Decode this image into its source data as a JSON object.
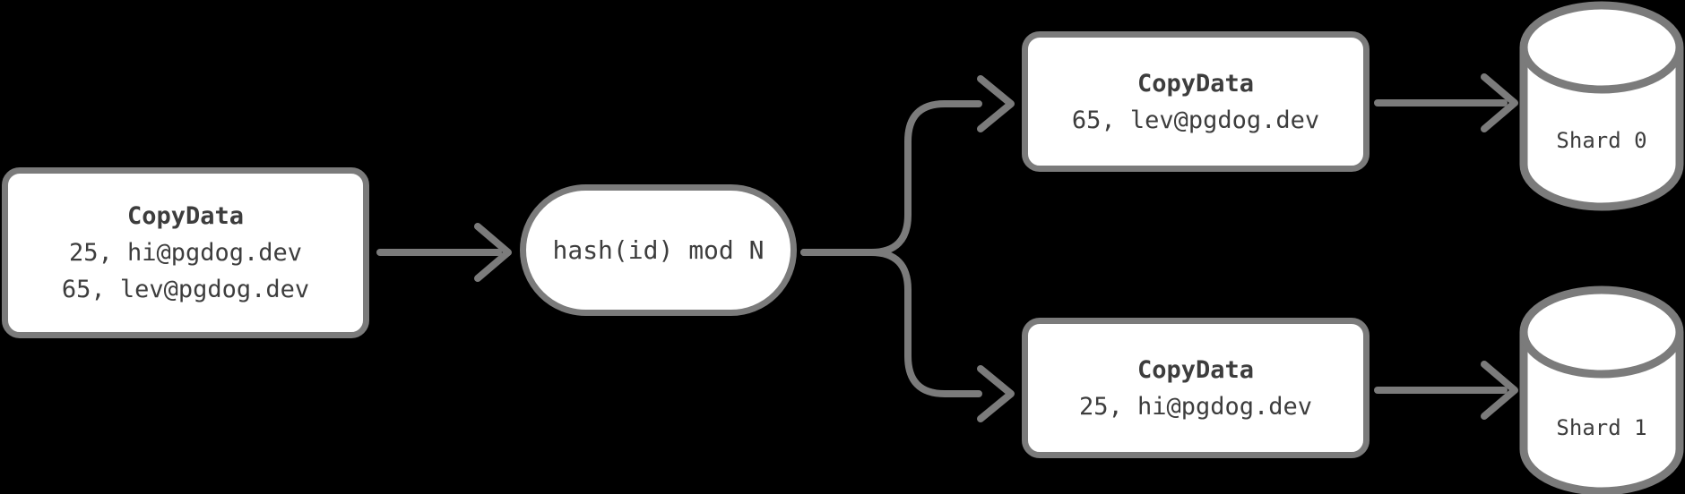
{
  "diagram": {
    "colors": {
      "stroke": "#7b7b7b",
      "text": "#3d3d3d",
      "node_fill": "#ffffff",
      "background": "#000000"
    },
    "source": {
      "title": "CopyData",
      "rows": [
        "25, hi@pgdog.dev",
        "65, lev@pgdog.dev"
      ]
    },
    "router": {
      "label": "hash(id) mod N"
    },
    "branch_top": {
      "title": "CopyData",
      "row": "65, lev@pgdog.dev",
      "shard": "Shard 0"
    },
    "branch_bottom": {
      "title": "CopyData",
      "row": "25, hi@pgdog.dev",
      "shard": "Shard 1"
    }
  }
}
